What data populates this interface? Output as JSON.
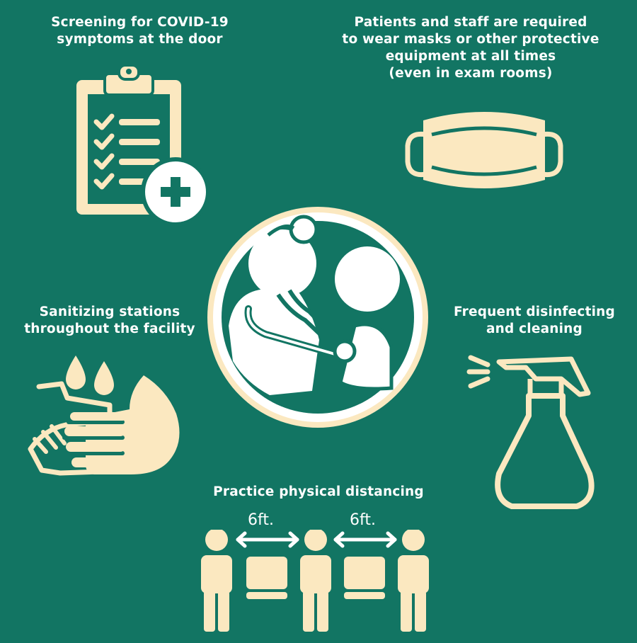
{
  "colors": {
    "background": "#127563",
    "icon_fill": "#fbe8c0",
    "text": "#ffffff"
  },
  "items": [
    {
      "icon": "clipboard-checklist-icon",
      "caption_lines": [
        "Screening for COVID-19",
        "symptoms at the door"
      ]
    },
    {
      "icon": "face-mask-icon",
      "caption_lines": [
        "Patients and staff are required",
        "to wear masks or other protective",
        "equipment at all times",
        "(even in exam rooms)"
      ]
    },
    {
      "icon": "doctor-patient-icon",
      "caption_lines": []
    },
    {
      "icon": "hand-sanitizer-icon",
      "caption_lines": [
        "Sanitizing stations",
        "throughout the facility"
      ]
    },
    {
      "icon": "spray-bottle-icon",
      "caption_lines": [
        "Frequent disinfecting",
        "and cleaning"
      ]
    },
    {
      "icon": "physical-distancing-icon",
      "caption_lines": [
        "Practice physical distancing"
      ],
      "distance_labels": [
        "6ft.",
        "6ft."
      ]
    }
  ]
}
